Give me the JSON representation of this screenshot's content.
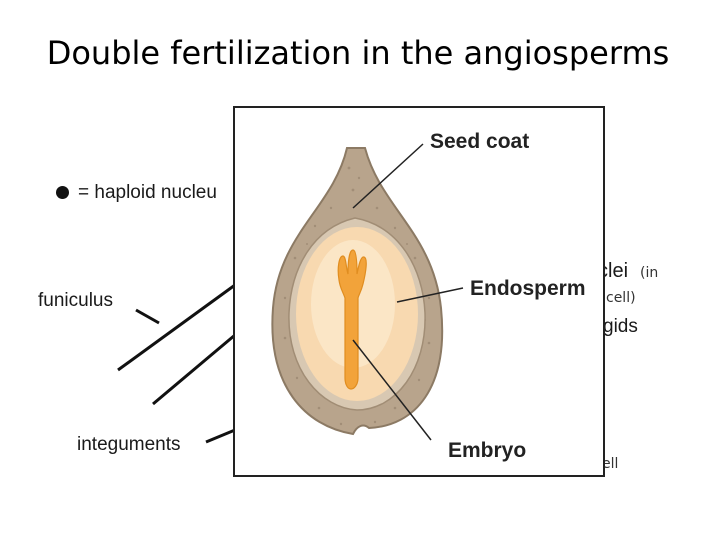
{
  "slide": {
    "title": "Double fertilization in the angiosperms"
  },
  "background_labels": {
    "haploid": "= haploid nucleu",
    "funiculus": "funiculus",
    "integuments": "integuments",
    "nuclei": "clei",
    "nuclei_in": "(in",
    "cell": "cell)",
    "synergids": "gids",
    "cell_bottom": "ell"
  },
  "seed_figure": {
    "seed_coat": "Seed coat",
    "endosperm": "Endosperm",
    "embryo": "Embryo",
    "colors": {
      "seed_coat": "#b8a48c",
      "endosperm": "#f8d9b0",
      "embryo": "#f2a33a"
    }
  }
}
